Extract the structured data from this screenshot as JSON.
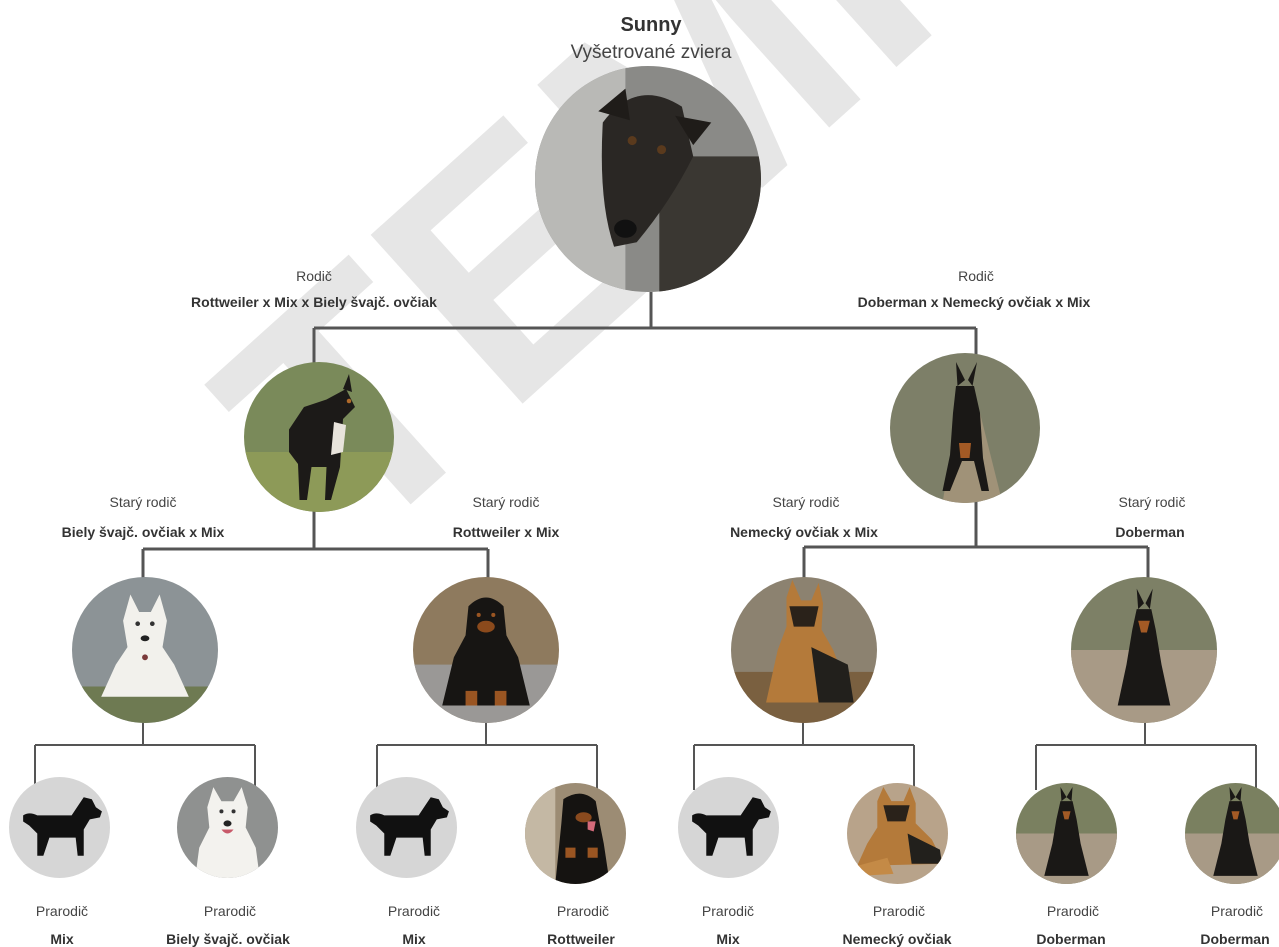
{
  "subject": {
    "name": "Sunny",
    "subtitle": "Vyšetrované zviera"
  },
  "watermark_text": "TEMP",
  "parents": [
    {
      "role": "Rodič",
      "breed": "Rottweiler x Mix x Biely švajč. ovčiak",
      "image": "rottweiler-mix-photo"
    },
    {
      "role": "Rodič",
      "breed": "Doberman x Nemecký ovčiak x Mix",
      "image": "doberman-mix-photo"
    }
  ],
  "grandparents": [
    {
      "role": "Starý rodič",
      "breed": "Biely švajč. ovčiak x Mix",
      "image": "white-shepherd-photo"
    },
    {
      "role": "Starý rodič",
      "breed": "Rottweiler x Mix",
      "image": "rottweiler-photo"
    },
    {
      "role": "Starý rodič",
      "breed": "Nemecký ovčiak x Mix",
      "image": "german-shepherd-photo"
    },
    {
      "role": "Starý rodič",
      "breed": "Doberman",
      "image": "doberman-photo"
    }
  ],
  "great_grandparents": [
    {
      "role": "Prarodič",
      "breed": "Mix",
      "image": "dog-silhouette-icon"
    },
    {
      "role": "Prarodič",
      "breed": "Biely švajč. ovčiak",
      "image": "white-shepherd-photo"
    },
    {
      "role": "Prarodič",
      "breed": "Mix",
      "image": "dog-silhouette-icon"
    },
    {
      "role": "Prarodič",
      "breed": "Rottweiler",
      "image": "rottweiler-photo"
    },
    {
      "role": "Prarodič",
      "breed": "Mix",
      "image": "dog-silhouette-icon"
    },
    {
      "role": "Prarodič",
      "breed": "Nemecký ovčiak",
      "image": "german-shepherd-photo"
    },
    {
      "role": "Prarodič",
      "breed": "Doberman",
      "image": "doberman-photo"
    },
    {
      "role": "Prarodič",
      "breed": "Doberman",
      "image": "doberman-photo"
    }
  ],
  "colors": {
    "line": "#555555",
    "silhouette_bg": "#d6d6d6",
    "watermark": "#e6e6e6"
  }
}
